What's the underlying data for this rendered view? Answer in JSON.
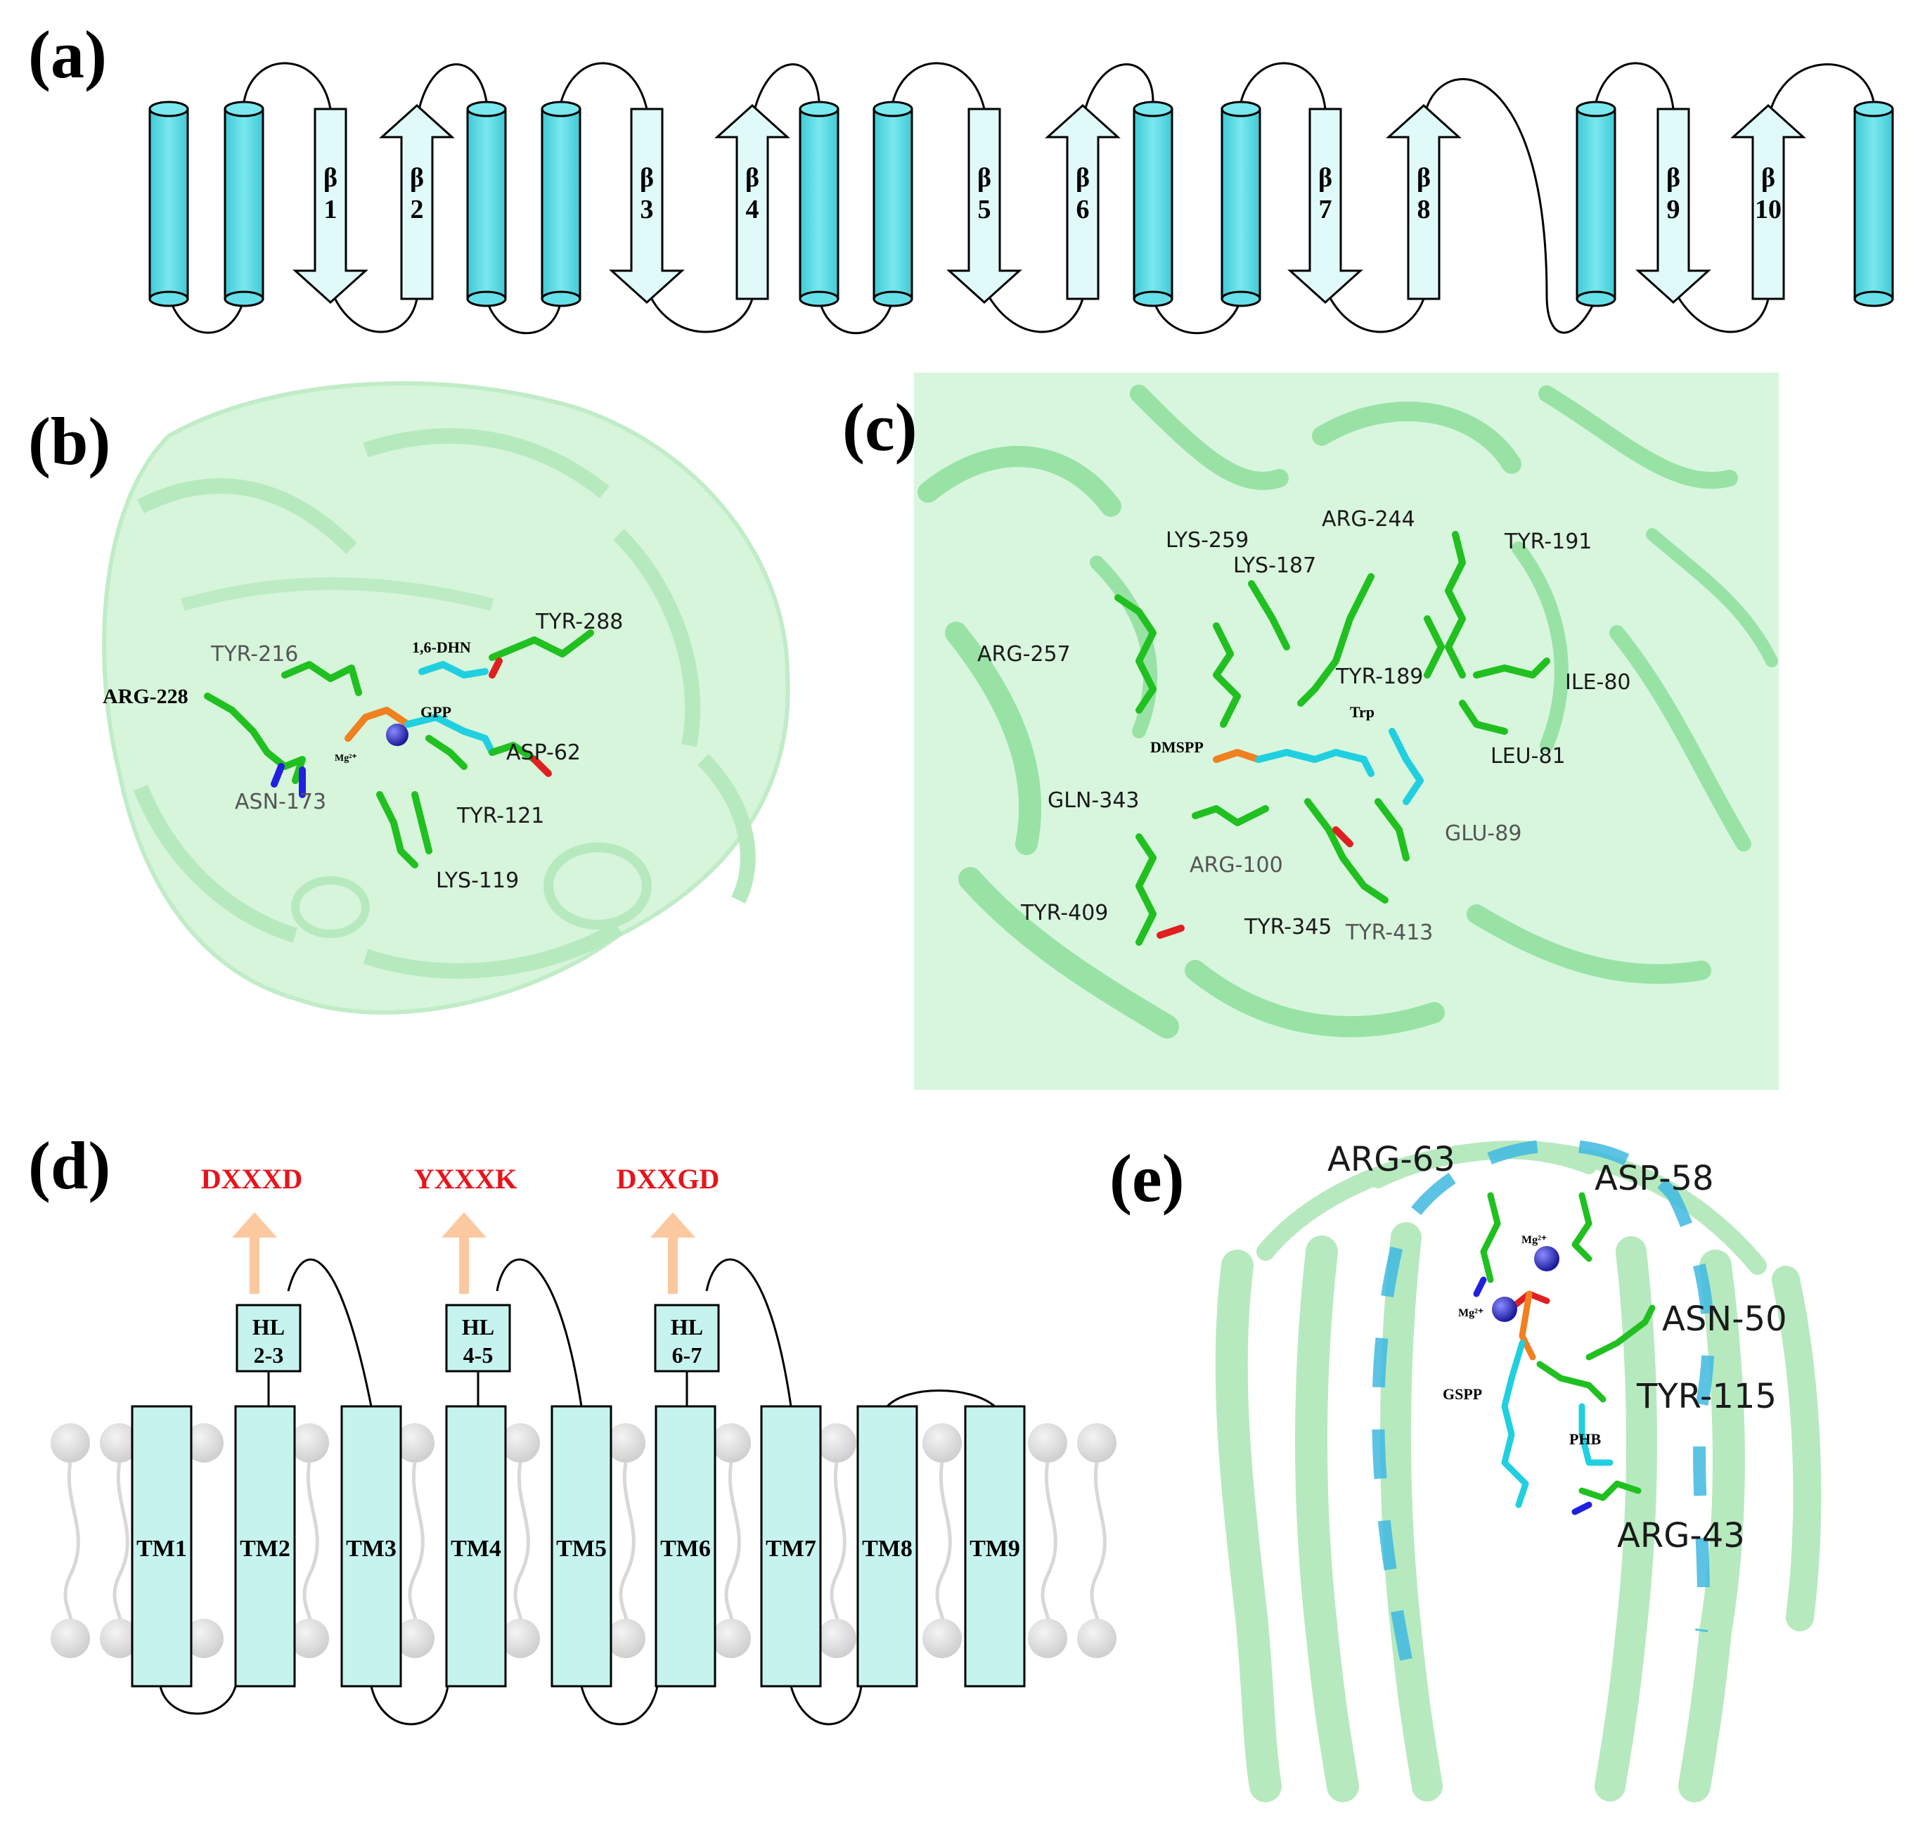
{
  "panels": {
    "a": {
      "label": "(a)",
      "strands": [
        {
          "greek": "β",
          "num": "1"
        },
        {
          "greek": "β",
          "num": "2"
        },
        {
          "greek": "β",
          "num": "3"
        },
        {
          "greek": "β",
          "num": "4"
        },
        {
          "greek": "β",
          "num": "5"
        },
        {
          "greek": "β",
          "num": "6"
        },
        {
          "greek": "β",
          "num": "7"
        },
        {
          "greek": "β",
          "num": "8"
        },
        {
          "greek": "β",
          "num": "9"
        },
        {
          "greek": "β",
          "num": "10"
        }
      ]
    },
    "b": {
      "label": "(b)",
      "residues": {
        "tyr288": "TYR-288",
        "tyr216": "TYR-216",
        "dhn": "1,6-DHN",
        "arg228": "ARG-228",
        "gpp": "GPP",
        "mg": "Mg²⁺",
        "asp62": "ASP-62",
        "asn173": "ASN-173",
        "tyr121": "TYR-121",
        "lys119": "LYS-119"
      }
    },
    "c": {
      "label": "(c)",
      "residues": {
        "arg244": "ARG-244",
        "tyr191": "TYR-191",
        "lys259": "LYS-259",
        "lys187": "LYS-187",
        "arg257": "ARG-257",
        "tyr189": "TYR-189",
        "ile80": "ILE-80",
        "trp": "Trp",
        "dmspp": "DMSPP",
        "leu81": "LEU-81",
        "gln343": "GLN-343",
        "glu89": "GLU-89",
        "arg100": "ARG-100",
        "tyr409": "TYR-409",
        "tyr345": "TYR-345",
        "tyr413": "TYR-413"
      }
    },
    "d": {
      "label": "(d)",
      "motifs": [
        "DXXXD",
        "YXXXK",
        "DXXGD"
      ],
      "loops": [
        {
          "line1": "HL",
          "line2": "2-3"
        },
        {
          "line1": "HL",
          "line2": "4-5"
        },
        {
          "line1": "HL",
          "line2": "6-7"
        }
      ],
      "helices": [
        "TM1",
        "TM2",
        "TM3",
        "TM4",
        "TM5",
        "TM6",
        "TM7",
        "TM8",
        "TM9"
      ]
    },
    "e": {
      "label": "(e)",
      "residues": {
        "arg63": "ARG-63",
        "asp58": "ASP-58",
        "mg1": "Mg²⁺",
        "mg2": "Mg²⁺",
        "asn50": "ASN-50",
        "gspp": "GSPP",
        "tyr115": "TYR-115",
        "phb": "PHB",
        "arg43": "ARG-43"
      }
    }
  },
  "colors": {
    "helix": "#66e0e8",
    "strand": "#e0fafa",
    "tm_box": "#c6f3ee",
    "protein": "#9ee8a8",
    "stick_green": "#20c020",
    "ligand_cyan": "#20d0e0",
    "motif_red": "#e8141b",
    "arrow_orange": "#fcc8a0",
    "dashed_blue": "#40b8e0"
  }
}
